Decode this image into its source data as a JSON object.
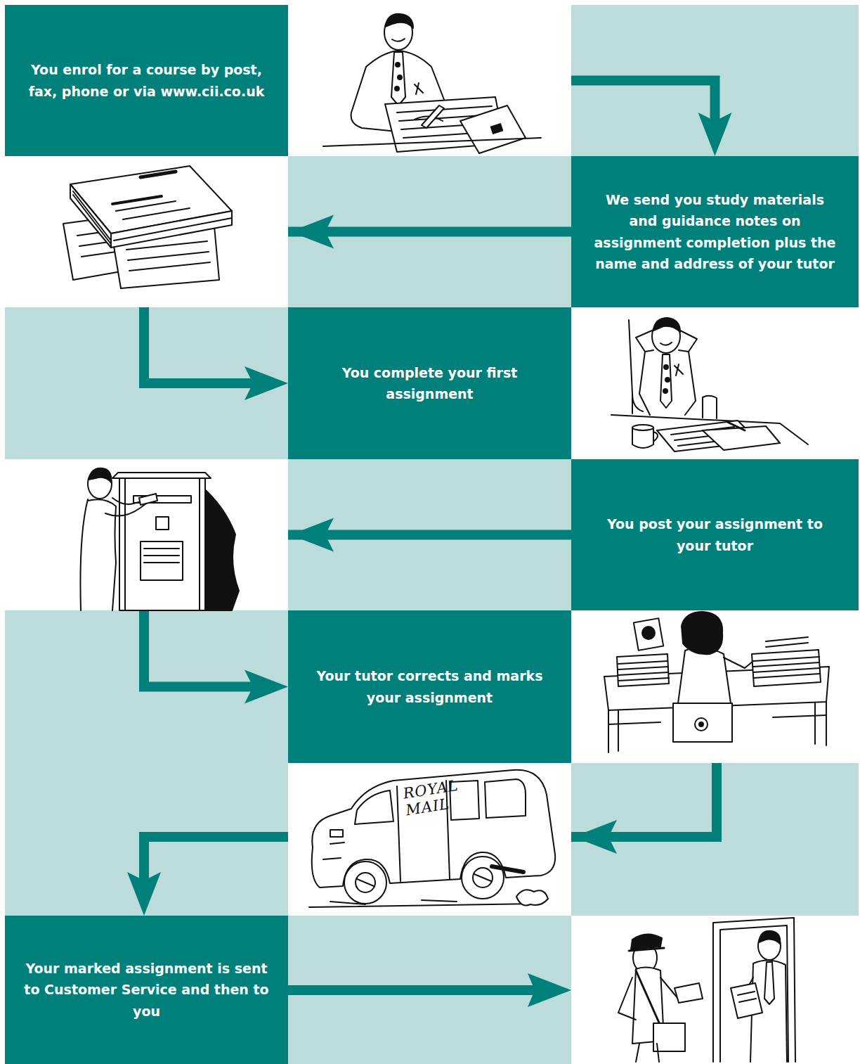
{
  "diagram": {
    "nodes": [
      {
        "text": [
          "You enrol for a course by post, fax, phone or via www.cii.co.uk"
        ]
      },
      {
        "text": [
          "We send you study materials and guidance notes on assignment completion plus the name and address of your tutor"
        ]
      },
      {
        "text": [
          "You complete your first assignment"
        ]
      },
      {
        "text": [
          "You post your assignment to your tutor"
        ]
      },
      {
        "text": [
          "Your tutor corrects and marks your assignment"
        ]
      },
      {
        "text": [
          "Your marked assignment is sent to Customer Service and then to you"
        ]
      }
    ],
    "edges": [
      {
        "from": 0,
        "to": 1,
        "arrow": "to"
      },
      {
        "from": 1,
        "to": 2,
        "arrow": "to"
      },
      {
        "from": 3,
        "to": 4,
        "arrow": "to"
      },
      {
        "from": 4,
        "to": 5,
        "arrow": "to"
      }
    ],
    "labels": [
      "ROYAL MAIL"
    ]
  }
}
